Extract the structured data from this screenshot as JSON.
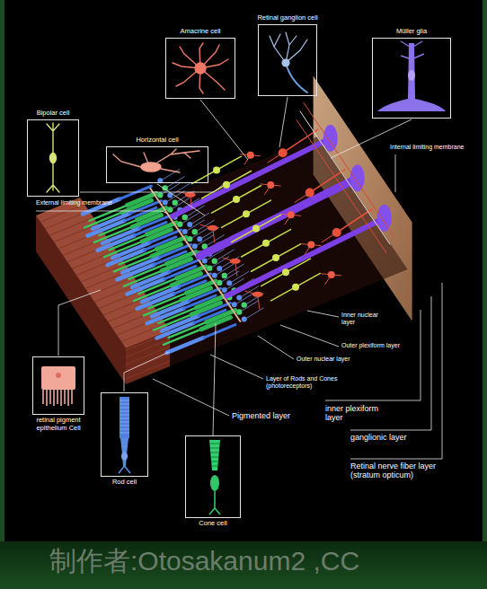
{
  "diagram": {
    "nodes": [
      {
        "text": [
          "Amacrine cell"
        ]
      },
      {
        "text": [
          "Retinal ganglion cell"
        ]
      },
      {
        "text": [
          "Müller glia"
        ]
      },
      {
        "text": [
          "Bipolar cell"
        ]
      },
      {
        "text": [
          "Horizontal cell"
        ]
      },
      {
        "text": [
          "retinal pigment epithelium Cell"
        ]
      },
      {
        "text": [
          "Rod cell"
        ]
      },
      {
        "text": [
          "Cone cell"
        ]
      }
    ],
    "labels": [
      "Internal limiting membrane",
      "External limiting membrane",
      "Inner nuclear layer",
      "Outer plexiform layer",
      "Outer nuclear layer",
      "Layer of Rods and Cones (photoreceptors)",
      "Pigmented layer",
      "inner plexiform layer",
      "ganglionic layer",
      "Retinal nerve fiber layer (stratum opticum)",
      "制作者:Otosakanum2 ,CC"
    ]
  }
}
